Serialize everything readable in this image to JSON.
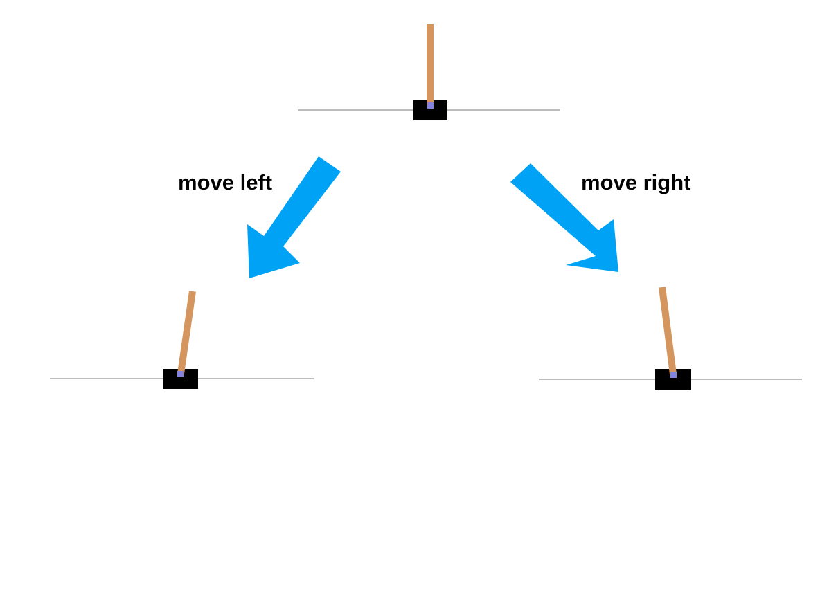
{
  "labels": {
    "left": "move left",
    "right": "move right"
  },
  "colors": {
    "background": "#ffffff",
    "arrow": "#00a2f5",
    "pole": "#d4965e",
    "cart": "#000000",
    "axle": "#8484e0",
    "track": "#a6a6a6"
  },
  "states": {
    "initial": "pole upright",
    "after_left": "pole tilted right",
    "after_right": "pole tilted left"
  }
}
